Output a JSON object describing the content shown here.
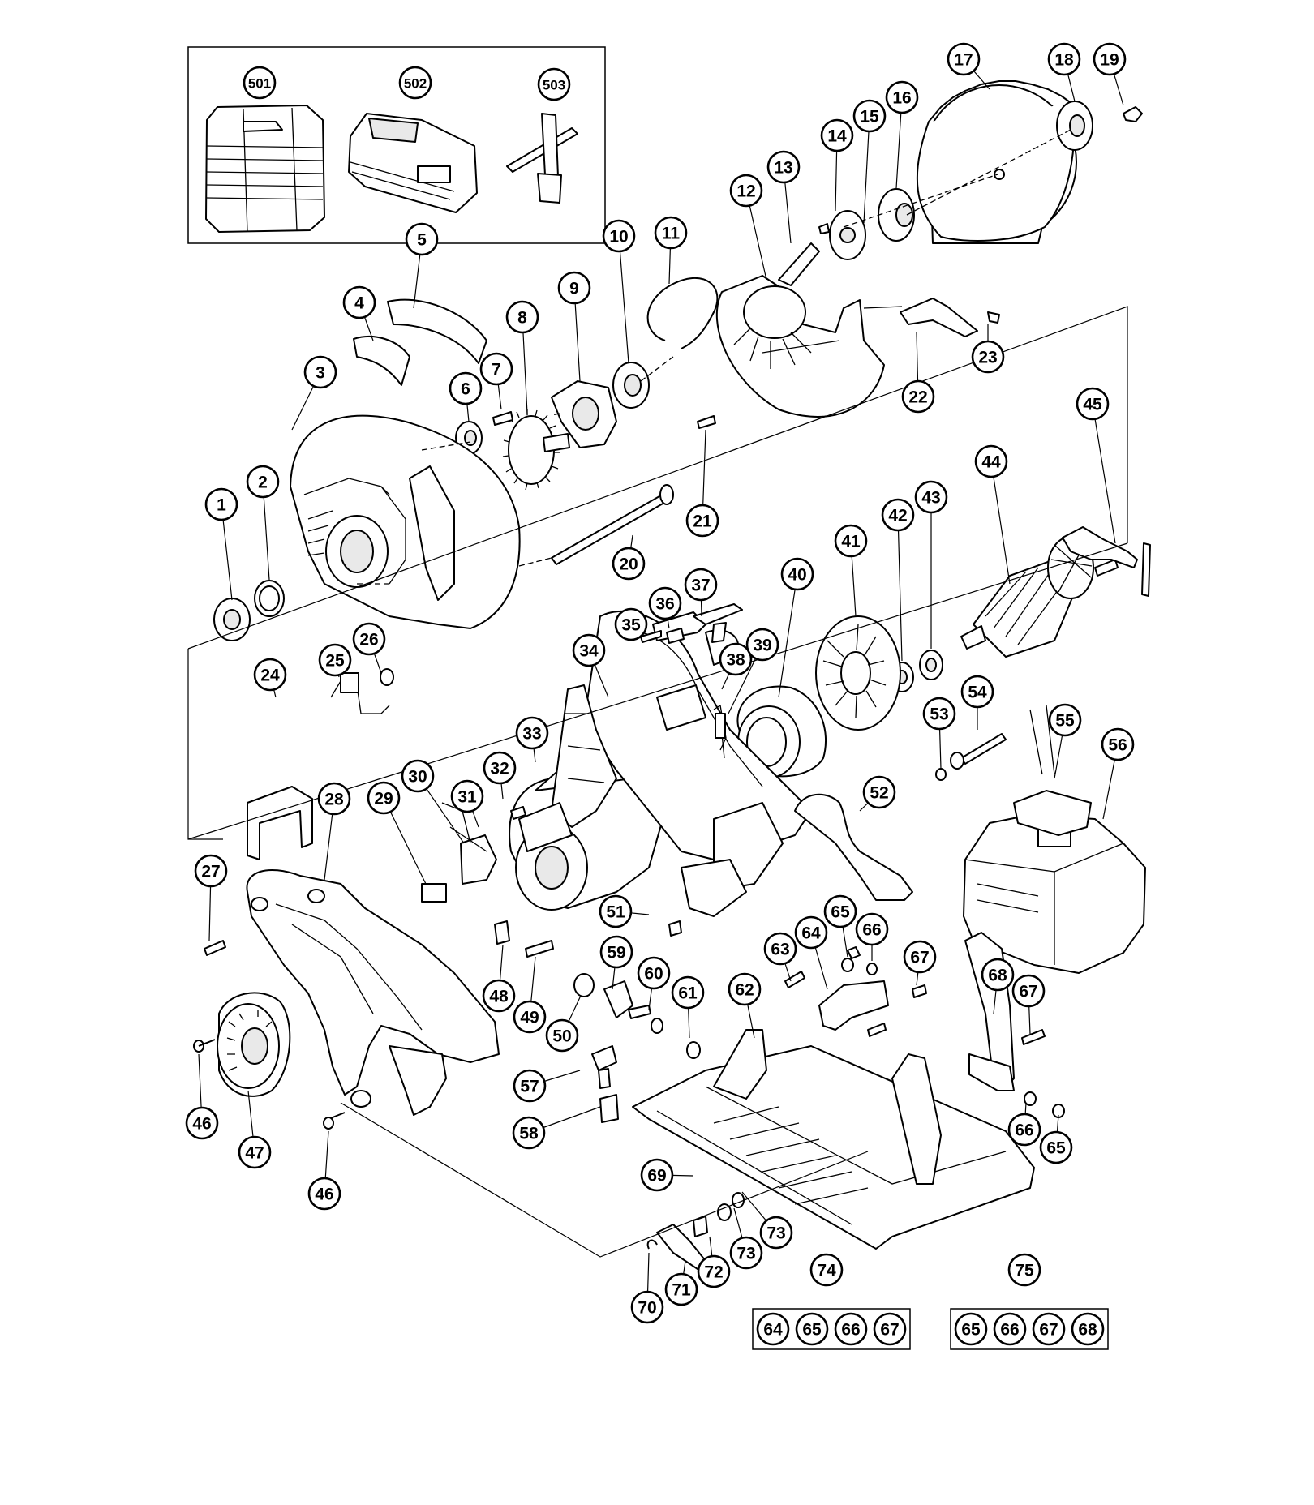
{
  "diagram": {
    "colors": {
      "line": "#000000",
      "background": "#ffffff",
      "shade": "#e9e9e9"
    },
    "callouts": [
      {
        "id": "c501",
        "label": "501"
      },
      {
        "id": "c502",
        "label": "502"
      },
      {
        "id": "c503",
        "label": "503"
      },
      {
        "id": "c1",
        "label": "1"
      },
      {
        "id": "c2",
        "label": "2"
      },
      {
        "id": "c3",
        "label": "3"
      },
      {
        "id": "c4",
        "label": "4"
      },
      {
        "id": "c5",
        "label": "5"
      },
      {
        "id": "c6",
        "label": "6"
      },
      {
        "id": "c7",
        "label": "7"
      },
      {
        "id": "c8",
        "label": "8"
      },
      {
        "id": "c9",
        "label": "9"
      },
      {
        "id": "c10",
        "label": "10"
      },
      {
        "id": "c11",
        "label": "11"
      },
      {
        "id": "c12",
        "label": "12"
      },
      {
        "id": "c13",
        "label": "13"
      },
      {
        "id": "c14",
        "label": "14"
      },
      {
        "id": "c15",
        "label": "15"
      },
      {
        "id": "c16",
        "label": "16"
      },
      {
        "id": "c17",
        "label": "17"
      },
      {
        "id": "c18",
        "label": "18"
      },
      {
        "id": "c19",
        "label": "19"
      },
      {
        "id": "c20",
        "label": "20"
      },
      {
        "id": "c21",
        "label": "21"
      },
      {
        "id": "c22",
        "label": "22"
      },
      {
        "id": "c23",
        "label": "23"
      },
      {
        "id": "c24",
        "label": "24"
      },
      {
        "id": "c25",
        "label": "25"
      },
      {
        "id": "c26",
        "label": "26"
      },
      {
        "id": "c27",
        "label": "27"
      },
      {
        "id": "c28",
        "label": "28"
      },
      {
        "id": "c29",
        "label": "29"
      },
      {
        "id": "c30",
        "label": "30"
      },
      {
        "id": "c31",
        "label": "31"
      },
      {
        "id": "c32",
        "label": "32"
      },
      {
        "id": "c33",
        "label": "33"
      },
      {
        "id": "c34",
        "label": "34"
      },
      {
        "id": "c35",
        "label": "35"
      },
      {
        "id": "c36",
        "label": "36"
      },
      {
        "id": "c37",
        "label": "37"
      },
      {
        "id": "c38",
        "label": "38"
      },
      {
        "id": "c39",
        "label": "39"
      },
      {
        "id": "c40",
        "label": "40"
      },
      {
        "id": "c41",
        "label": "41"
      },
      {
        "id": "c42",
        "label": "42"
      },
      {
        "id": "c43",
        "label": "43"
      },
      {
        "id": "c44",
        "label": "44"
      },
      {
        "id": "c45",
        "label": "45"
      },
      {
        "id": "c46a",
        "label": "46"
      },
      {
        "id": "c46b",
        "label": "46"
      },
      {
        "id": "c47",
        "label": "47"
      },
      {
        "id": "c48",
        "label": "48"
      },
      {
        "id": "c49",
        "label": "49"
      },
      {
        "id": "c50",
        "label": "50"
      },
      {
        "id": "c51",
        "label": "51"
      },
      {
        "id": "c52",
        "label": "52"
      },
      {
        "id": "c53",
        "label": "53"
      },
      {
        "id": "c54",
        "label": "54"
      },
      {
        "id": "c55",
        "label": "55"
      },
      {
        "id": "c56",
        "label": "56"
      },
      {
        "id": "c57",
        "label": "57"
      },
      {
        "id": "c58",
        "label": "58"
      },
      {
        "id": "c59",
        "label": "59"
      },
      {
        "id": "c60",
        "label": "60"
      },
      {
        "id": "c61",
        "label": "61"
      },
      {
        "id": "c62",
        "label": "62"
      },
      {
        "id": "c63",
        "label": "63"
      },
      {
        "id": "c64",
        "label": "64"
      },
      {
        "id": "c65a",
        "label": "65"
      },
      {
        "id": "c66a",
        "label": "66"
      },
      {
        "id": "c67a",
        "label": "67"
      },
      {
        "id": "c67b",
        "label": "67"
      },
      {
        "id": "c68",
        "label": "68"
      },
      {
        "id": "c66b",
        "label": "66"
      },
      {
        "id": "c65b",
        "label": "65"
      },
      {
        "id": "c69",
        "label": "69"
      },
      {
        "id": "c70",
        "label": "70"
      },
      {
        "id": "c71",
        "label": "71"
      },
      {
        "id": "c72",
        "label": "72"
      },
      {
        "id": "c73a",
        "label": "73"
      },
      {
        "id": "c73b",
        "label": "73"
      },
      {
        "id": "c74",
        "label": "74"
      },
      {
        "id": "c75",
        "label": "75"
      }
    ],
    "kits": [
      {
        "id": "k74",
        "items": [
          "64",
          "65",
          "66",
          "67"
        ]
      },
      {
        "id": "k75",
        "items": [
          "65",
          "66",
          "67",
          "68"
        ]
      }
    ]
  }
}
